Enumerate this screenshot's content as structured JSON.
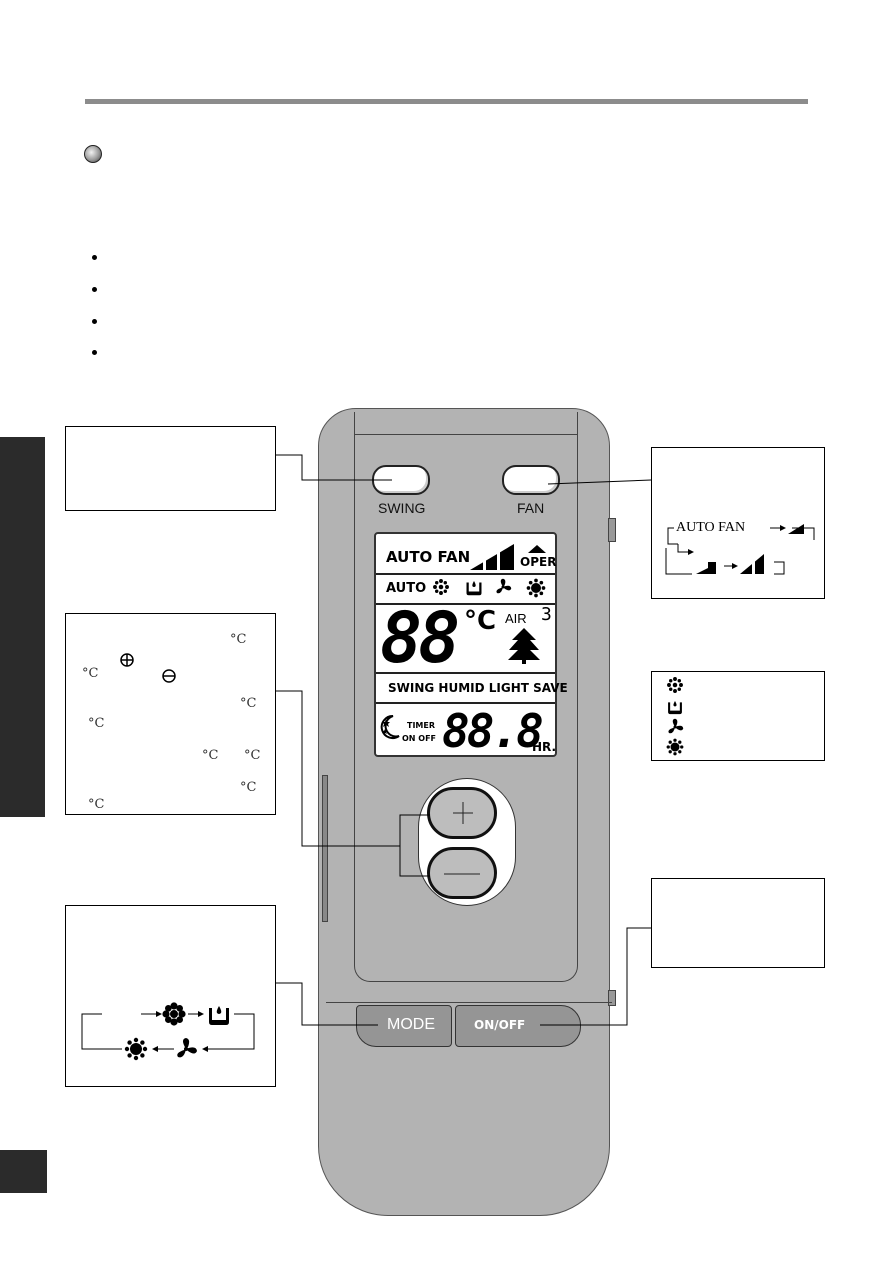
{
  "remote": {
    "swing_label": "SWING",
    "fan_label": "FAN",
    "mode_label": "MODE",
    "onoff_label": "ON/OFF"
  },
  "lcd": {
    "auto_fan": "AUTO  FAN",
    "oper": "OPER",
    "auto": "AUTO",
    "temp_digits": "88",
    "celsius": "°C",
    "air": "AIR",
    "air_digit": "3",
    "functions": "SWING  HUMID  LIGHT  SAVE",
    "timer": "TIMER",
    "on_off": "ON OFF",
    "timer_digits": "88.8",
    "hr": "HR."
  },
  "fan_callout": {
    "auto_fan": "AUTO FAN"
  },
  "temp_callout": {
    "celsius_unit": "°C"
  },
  "colors": {
    "remote_body": "#b3b3b3",
    "lcd_bg": "#ffffff",
    "rule": "#8c8c8c",
    "dark_tab": "#2b2b2b"
  }
}
